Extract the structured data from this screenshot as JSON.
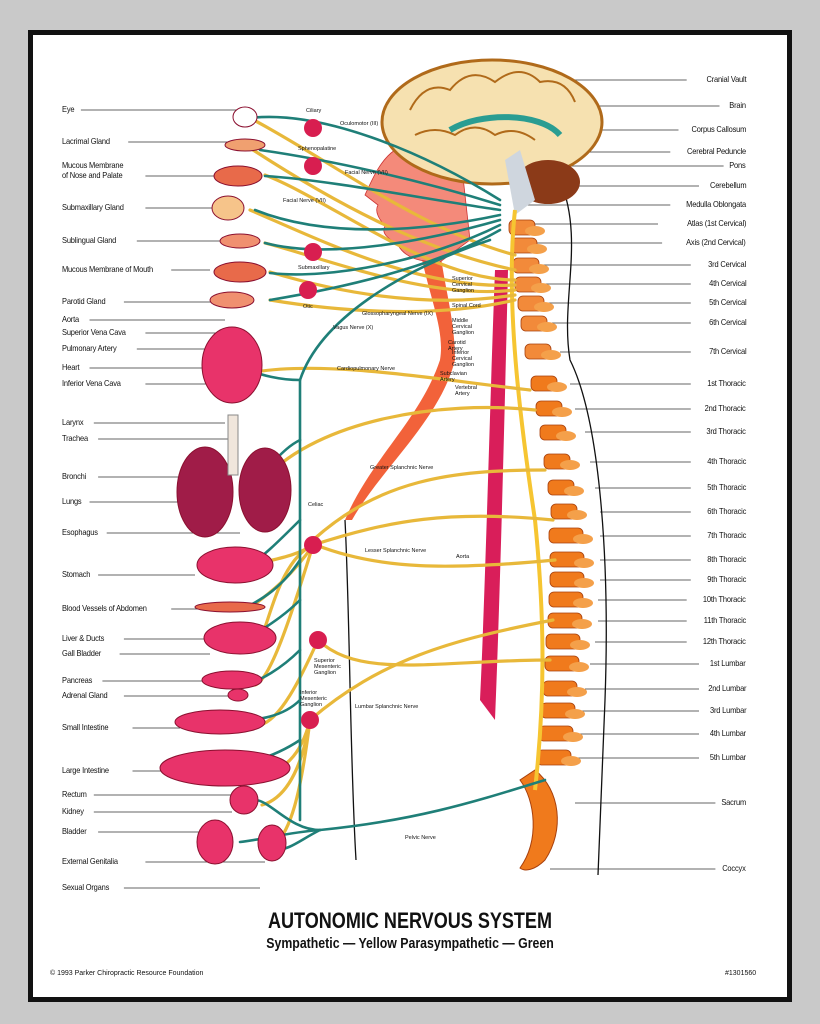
{
  "title": "AUTONOMIC NERVOUS SYSTEM",
  "subtitle": "Sympathetic — Yellow   Parasympathetic — Green",
  "copyright": "© 1993 Parker Chiropractic Resource Foundation",
  "catalog_number": "#1301560",
  "colors": {
    "sympathetic": "#e8b83a",
    "parasympathetic": "#1f7f78",
    "organ": "#e8336a",
    "spine": "#f07a1c",
    "frame": "#111111"
  },
  "left_labels": [
    "Eye",
    "Lacrimal Gland",
    "Mucous Membrane",
    "of Nose and Palate",
    "Submaxillary Gland",
    "Sublingual Gland",
    "Mucous Membrane of Mouth",
    "Parotid Gland",
    "Aorta",
    "Superior Vena Cava",
    "Pulmonary Artery",
    "Heart",
    "Inferior Vena Cava",
    "Larynx",
    "Trachea",
    "Bronchi",
    "Lungs",
    "Esophagus",
    "Stomach",
    "Blood Vessels of Abdomen",
    "Liver & Ducts",
    "Gall Bladder",
    "Pancreas",
    "Adrenal Gland",
    "Small Intestine",
    "Large Intestine",
    "Rectum",
    "Kidney",
    "Bladder",
    "External Genitalia",
    "Sexual Organs"
  ],
  "right_labels": [
    "Cranial Vault",
    "Brain",
    "Corpus Callosum",
    "Cerebral Peduncle",
    "Pons",
    "Cerebellum",
    "Medulla Oblongata",
    "Atlas (1st Cervical)",
    "Axis (2nd Cervical)",
    "3rd Cervical",
    "4th Cervical",
    "5th Cervical",
    "6th Cervical",
    "7th Cervical",
    "1st Thoracic",
    "2nd Thoracic",
    "3rd Thoracic",
    "4th Thoracic",
    "5th Thoracic",
    "6th Thoracic",
    "7th Thoracic",
    "8th Thoracic",
    "9th Thoracic",
    "10th Thoracic",
    "11th Thoracic",
    "12th Thoracic",
    "1st Lumbar",
    "2nd Lumbar",
    "3rd Lumbar",
    "4th Lumbar",
    "5th Lumbar",
    "Sacrum",
    "Coccyx"
  ],
  "inner_labels": [
    "Ciliary",
    "Oculomotor (III)",
    "Sphenopalatine",
    "Facial Nerve (VII)",
    "Facial Nerve (VII)",
    "Submaxillary",
    "Otic",
    "Glossopharyngeal Nerve (IX)",
    "Vagus Nerve (X)",
    "Superior Cervical Ganglion",
    "Spinal Cord",
    "Middle Cervical Ganglion",
    "Carotid Artery",
    "Inferior Cervical Ganglion",
    "Subclavian Artery",
    "Vertebral Artery",
    "Cardiopulmonary Nerve",
    "Greater Splanchnic Nerve",
    "Celiac",
    "Lesser Splanchnic Nerve",
    "Aorta",
    "Superior Mesenteric Ganglion",
    "Inferior Mesenteric Ganglion",
    "Lumbar Splanchnic Nerve",
    "Pelvic Nerve"
  ]
}
